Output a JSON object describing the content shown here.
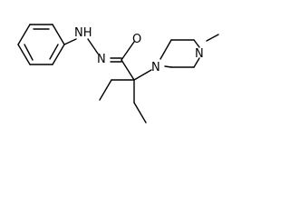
{
  "molecule": {
    "atoms": {
      "nh": "NH",
      "n_amide": "N",
      "o": "O",
      "n_piperazine_1": "N",
      "n_piperazine_4": "N"
    }
  }
}
